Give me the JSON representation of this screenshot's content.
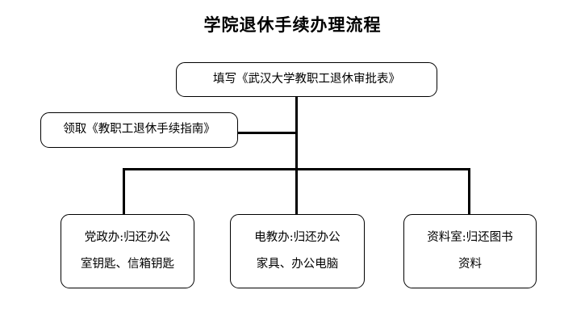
{
  "diagram": {
    "title": "学院退休手续办理流程",
    "nodes": {
      "top": {
        "lines": [
          "填写《武汉大学教职工退休审批表》"
        ]
      },
      "left": {
        "lines": [
          "领取《教职工退休手续指南》"
        ]
      },
      "bottom_1": {
        "lines": [
          "党政办:归还办公",
          "室钥匙、信箱钥匙"
        ]
      },
      "bottom_2": {
        "lines": [
          "电教办:归还办公",
          "家具、办公电脑"
        ]
      },
      "bottom_3": {
        "lines": [
          "资料室:归还图书",
          "资料"
        ]
      }
    },
    "colors": {
      "background": "#ffffff",
      "text": "#000000",
      "node_border": "#000000",
      "connector": "#000000"
    }
  }
}
